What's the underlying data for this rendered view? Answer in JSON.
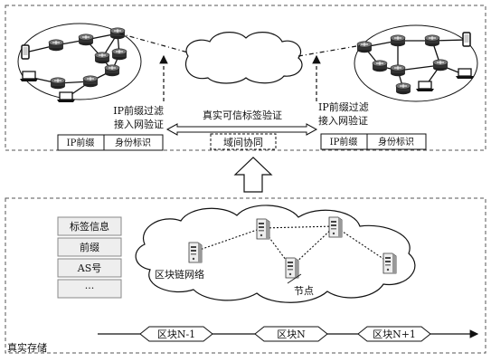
{
  "top": {
    "left_filter": [
      "IP前缀过滤",
      "接入网验证"
    ],
    "right_filter": [
      "IP前缀过滤",
      "接入网验证"
    ],
    "center_label": "真实可信标签验证",
    "center_box": "域间协同",
    "left_table": [
      "IP前缀",
      "身份标识"
    ],
    "right_table": [
      "IP前缀",
      "身份标识"
    ]
  },
  "bottom": {
    "info_list": [
      "标签信息",
      "前缀",
      "AS号",
      "···"
    ],
    "network_label": "区块链网络",
    "node_label": "节点",
    "blocks": [
      "区块N-1",
      "区块N",
      "区块N+1"
    ],
    "storage_label": "真实存储"
  }
}
